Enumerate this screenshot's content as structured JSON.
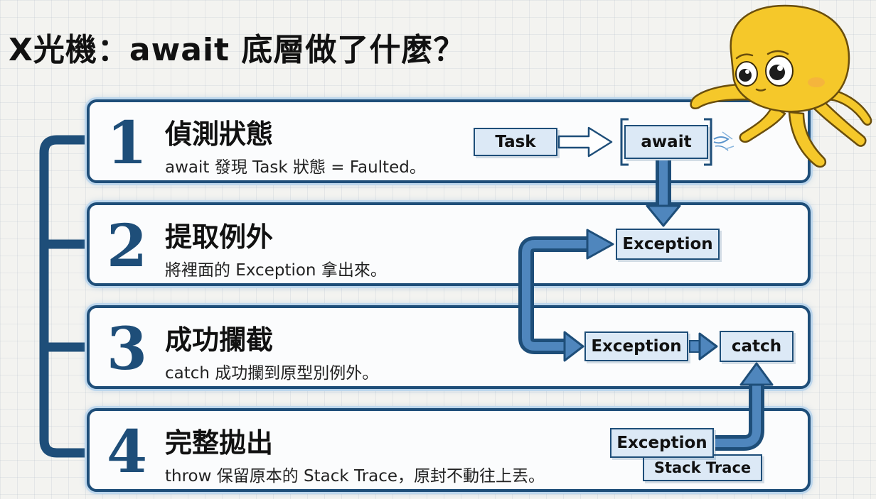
{
  "title": "X光機：await 底層做了什麼？",
  "steps": [
    {
      "num": "1",
      "heading": "偵測狀態",
      "desc": "await 發現 Task 狀態 = Faulted。"
    },
    {
      "num": "2",
      "heading": "提取例外",
      "desc": "將裡面的 Exception 拿出來。"
    },
    {
      "num": "3",
      "heading": "成功攔截",
      "desc": "catch 成功攔到原型別例外。"
    },
    {
      "num": "4",
      "heading": "完整拋出",
      "desc": "throw 保留原本的 Stack Trace，原封不動往上丟。"
    }
  ],
  "flow": {
    "task": "Task",
    "await": "await",
    "exception_extracted": "Exception",
    "exception_caught": "Exception",
    "catch": "catch",
    "exception_thrown": "Exception",
    "stack_trace": "Stack Trace"
  },
  "colors": {
    "accent": "#1e4e79",
    "glow": "#bcd6ec",
    "box_fill": "#dce9f6",
    "mascot": "#f5c82a"
  },
  "icons": {
    "mascot": "octopus-icon"
  }
}
